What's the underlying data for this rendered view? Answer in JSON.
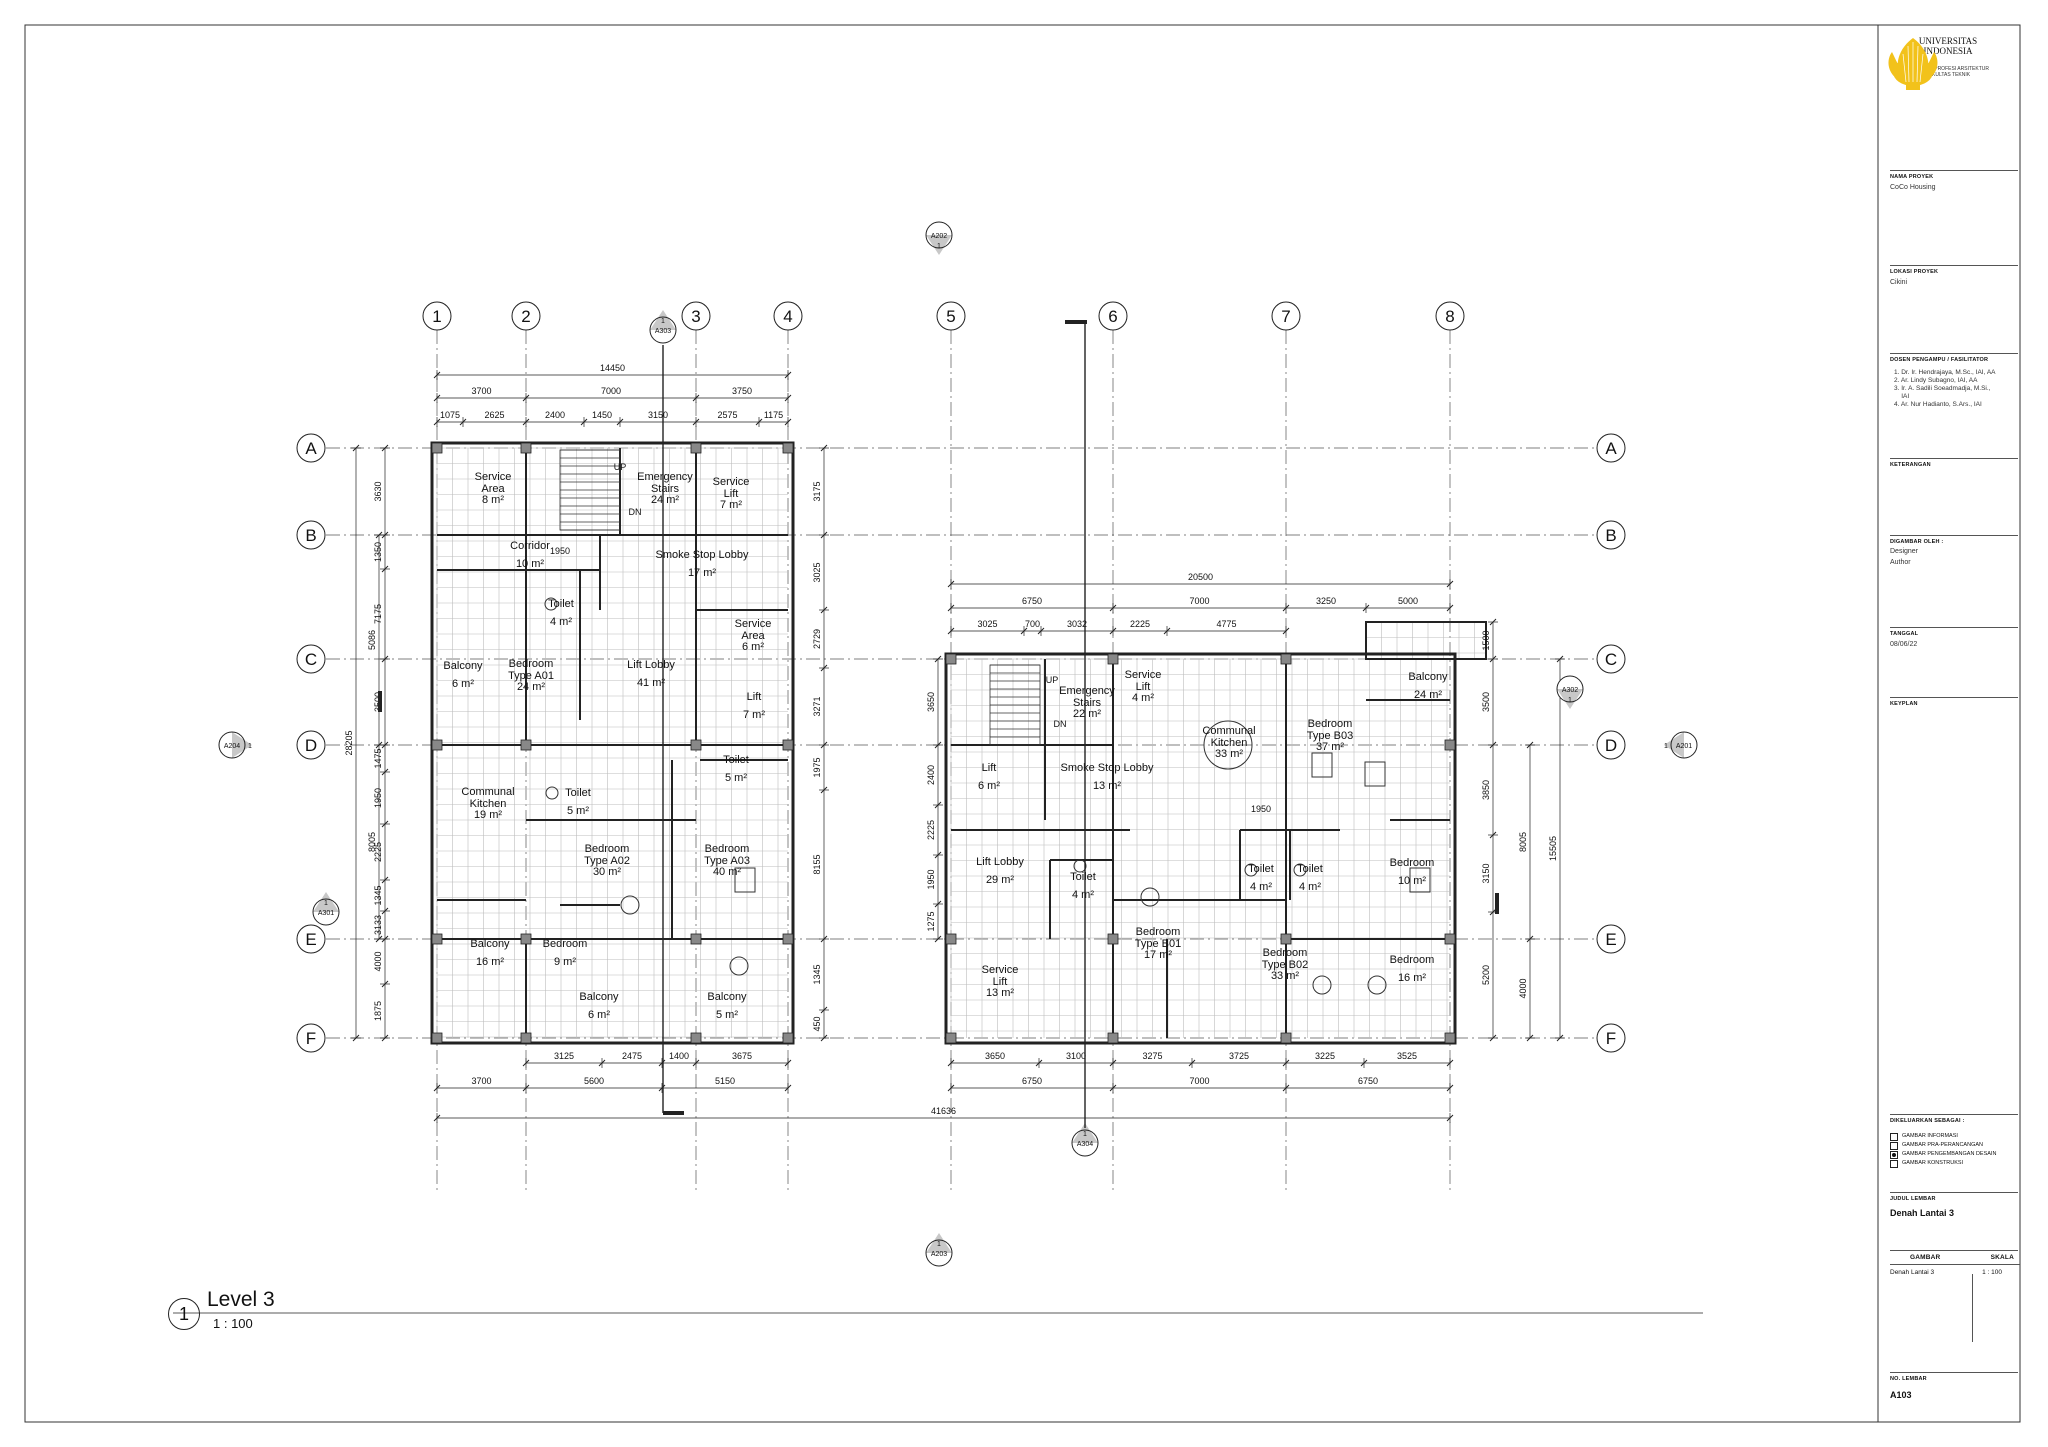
{
  "drawing": {
    "view_number": "1",
    "view_title": "Level 3",
    "view_scale": "1 : 100",
    "grid_columns": [
      "1",
      "2",
      "3",
      "4",
      "5",
      "6",
      "7",
      "8"
    ],
    "grid_rows": [
      "A",
      "B",
      "C",
      "D",
      "E",
      "F"
    ],
    "section_marks": [
      {
        "num": "1",
        "sheet": "A202"
      },
      {
        "num": "1",
        "sheet": "A203"
      },
      {
        "num": "1",
        "sheet": "A204"
      },
      {
        "num": "1",
        "sheet": "A201"
      },
      {
        "num": "1",
        "sheet": "A303"
      },
      {
        "num": "1",
        "sheet": "A304"
      },
      {
        "num": "1",
        "sheet": "A301"
      },
      {
        "num": "1",
        "sheet": "A302"
      }
    ],
    "dimensions_top_left": {
      "overall": "14450",
      "tier2": [
        "3700",
        "7000",
        "3750"
      ],
      "tier3": [
        "1075",
        "2625",
        "2400",
        "1450",
        "3150",
        "2575",
        "1175"
      ]
    },
    "dimensions_right_block_top": {
      "overall": "20500",
      "tier2": [
        "6750",
        "7000",
        "3250",
        "5000"
      ],
      "tier3": [
        "3025",
        "700",
        "3032",
        "2225",
        "4775"
      ]
    },
    "dimensions_bottom": {
      "tier1_left": [
        "3125",
        "2475",
        "1400",
        "3675"
      ],
      "tier1_right": [
        "3650",
        "3100",
        "3275",
        "3725",
        "3225",
        "3525"
      ],
      "tier2_left": [
        "3700",
        "5600",
        "5150"
      ],
      "tier2_right": [
        "6750",
        "7000",
        "6750"
      ],
      "overall": "41636"
    },
    "dimensions_left": {
      "overall": "28205",
      "tier2": [
        "5086",
        "8005"
      ],
      "tier3": [
        "3630",
        "1350",
        "7175",
        "3500",
        "1475",
        "1950",
        "2225",
        "1345",
        "3133",
        "4000",
        "1875"
      ]
    },
    "dimensions_left_inner": [
      "3175",
      "3025",
      "2729",
      "3271",
      "1975",
      "8155",
      "1345",
      "450"
    ],
    "dimensions_right_block_left": [
      "3650",
      "2400",
      "2225",
      "1950",
      "1275"
    ],
    "dimensions_right": {
      "tier3": [
        "1500",
        "3500",
        "3850",
        "3150",
        "5200"
      ],
      "tier2": [
        "8005",
        "4000"
      ],
      "overall": "15505"
    },
    "inline_dims": [
      "1950",
      "1950"
    ],
    "rooms_left": [
      {
        "name": "Service\nArea",
        "area": "8 m²"
      },
      {
        "name": "Emergency\nStairs",
        "area": "24 m²"
      },
      {
        "name": "Service\nLift",
        "area": "7 m²"
      },
      {
        "name": "Corridor",
        "area": "10 m²"
      },
      {
        "name": "Smoke Stop Lobby",
        "area": "17 m²"
      },
      {
        "name": "Toilet",
        "area": "4 m²"
      },
      {
        "name": "Service\nArea",
        "area": "6 m²"
      },
      {
        "name": "Balcony",
        "area": "6 m²"
      },
      {
        "name": "Bedroom\nType A01",
        "area": "24 m²"
      },
      {
        "name": "Lift Lobby",
        "area": "41 m²"
      },
      {
        "name": "Lift",
        "area": "7 m²"
      },
      {
        "name": "Toilet",
        "area": "5 m²"
      },
      {
        "name": "Communal\nKitchen",
        "area": "19 m²"
      },
      {
        "name": "Toilet",
        "area": "5 m²"
      },
      {
        "name": "Bedroom\nType A02",
        "area": "30 m²"
      },
      {
        "name": "Bedroom\nType A03",
        "area": "40 m²"
      },
      {
        "name": "Balcony",
        "area": "16 m²"
      },
      {
        "name": "Bedroom",
        "area": "9 m²"
      },
      {
        "name": "Balcony",
        "area": "6 m²"
      },
      {
        "name": "Balcony",
        "area": "5 m²"
      }
    ],
    "rooms_right": [
      {
        "name": "Emergency\nStairs",
        "area": "22 m²"
      },
      {
        "name": "Service\nLift",
        "area": "4 m²"
      },
      {
        "name": "Communal\nKitchen",
        "area": "33 m²"
      },
      {
        "name": "Bedroom\nType B03",
        "area": "37 m²"
      },
      {
        "name": "Balcony",
        "area": "24 m²"
      },
      {
        "name": "Lift",
        "area": "6 m²"
      },
      {
        "name": "Smoke Stop Lobby",
        "area": "13 m²"
      },
      {
        "name": "Lift Lobby",
        "area": "29 m²"
      },
      {
        "name": "Toilet",
        "area": "4 m²"
      },
      {
        "name": "Toilet",
        "area": "4 m²"
      },
      {
        "name": "Toilet",
        "area": "4 m²"
      },
      {
        "name": "Bedroom",
        "area": "10 m²"
      },
      {
        "name": "Service\nLift",
        "area": "13 m²"
      },
      {
        "name": "Bedroom\nType B01",
        "area": "17 m²"
      },
      {
        "name": "Bedroom\nType B02",
        "area": "33 m²"
      },
      {
        "name": "Bedroom",
        "area": "16 m²"
      }
    ],
    "stair_labels": [
      "UP",
      "DN",
      "UP",
      "DN"
    ]
  },
  "title_block": {
    "university": "UNIVERSITAS\nINDONESIA",
    "program": "PROGRAM PROFESI ARSITEKTUR\nFAKULTAS TEKNIK",
    "project_label": "NAMA PROYEK",
    "project_name": "CoCo Housing",
    "location_label": "LOKASI PROYEK",
    "location": "Cikini",
    "lecturers_label": "DOSEN PENGAMPU / FASILITATOR",
    "lecturers": [
      "1. Dr. Ir. Hendrajaya, M.Sc., IAI, AA",
      "2. Ar. Lindy Subagno, IAI, AA",
      "3. Ir. A. Sadili Soeadmadja, M.Si.,\n    IAI",
      "4. Ar. Nur Hadianto, S.Ars., IAI"
    ],
    "notes_label": "KETERANGAN",
    "drawn_by_label": "DIGAMBAR OLEH :",
    "drawn_by": "Designer",
    "author": "Author",
    "date_label": "TANGGAL",
    "date": "08/06/22",
    "keyplan_label": "KEYPLAN",
    "issued_as_label": "DIKELUARKAN SEBAGAI :",
    "issued_as": [
      {
        "label": "GAMBAR INFORMASI",
        "checked": false
      },
      {
        "label": "GAMBAR PRA-PERANCANGAN",
        "checked": false
      },
      {
        "label": "GAMBAR PENGEMBANGAN DESAIN",
        "checked": true
      },
      {
        "label": "GAMBAR KONSTRUKSI",
        "checked": false
      }
    ],
    "sheet_title_label": "JUDUL LEMBAR",
    "sheet_title": "Denah Lantai 3",
    "drawing_col_label": "GAMBAR",
    "scale_col_label": "SKALA",
    "drawing_name": "Denah Lantai 3",
    "scale": "1 : 100",
    "sheet_no_label": "NO. LEMBAR",
    "sheet_no": "A103"
  },
  "colors": {
    "ink": "#111111",
    "grid_line": "#444444",
    "wall": "#222222",
    "tile": "#b8b8b8",
    "logo": "#f2c21b"
  }
}
